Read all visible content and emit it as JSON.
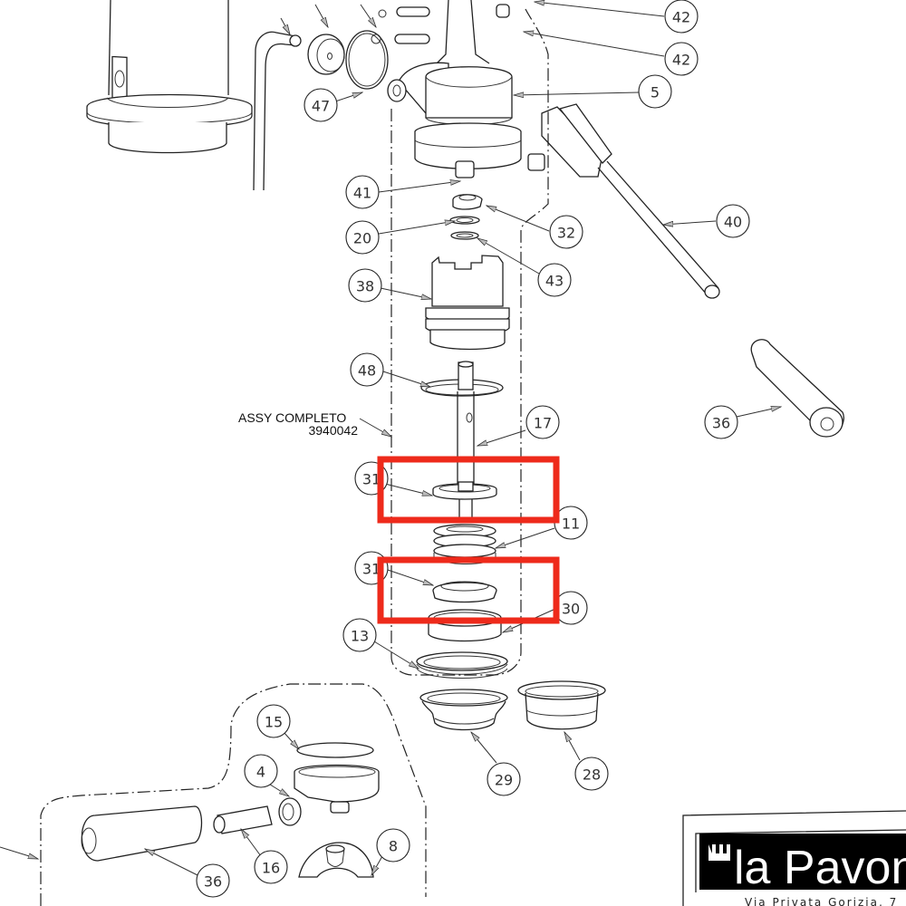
{
  "diagram": {
    "title_label": "ASSY COMPLETO",
    "assembly_code": "3940042",
    "highlight_color": "#ee2a1b",
    "parts": [
      {
        "id": "p42a",
        "number": "42"
      },
      {
        "id": "p42b",
        "number": "42"
      },
      {
        "id": "p5",
        "number": "5"
      },
      {
        "id": "p47",
        "number": "47"
      },
      {
        "id": "p41",
        "number": "41"
      },
      {
        "id": "p32",
        "number": "32"
      },
      {
        "id": "p40",
        "number": "40"
      },
      {
        "id": "p20",
        "number": "20"
      },
      {
        "id": "p43",
        "number": "43"
      },
      {
        "id": "p38",
        "number": "38"
      },
      {
        "id": "p48",
        "number": "48"
      },
      {
        "id": "p17",
        "number": "17"
      },
      {
        "id": "p36a",
        "number": "36"
      },
      {
        "id": "p31a",
        "number": "31"
      },
      {
        "id": "p11",
        "number": "11"
      },
      {
        "id": "p31b",
        "number": "31"
      },
      {
        "id": "p30",
        "number": "30"
      },
      {
        "id": "p13",
        "number": "13"
      },
      {
        "id": "p15",
        "number": "15"
      },
      {
        "id": "p4",
        "number": "4"
      },
      {
        "id": "p29",
        "number": "29"
      },
      {
        "id": "p28",
        "number": "28"
      },
      {
        "id": "p8",
        "number": "8"
      },
      {
        "id": "p16",
        "number": "16"
      },
      {
        "id": "p36b",
        "number": "36"
      }
    ],
    "highlighted_parts": [
      "31",
      "31"
    ]
  },
  "brand": {
    "logo_text": "la Pavoni",
    "address": "Via Privata Gorizia, 7"
  }
}
